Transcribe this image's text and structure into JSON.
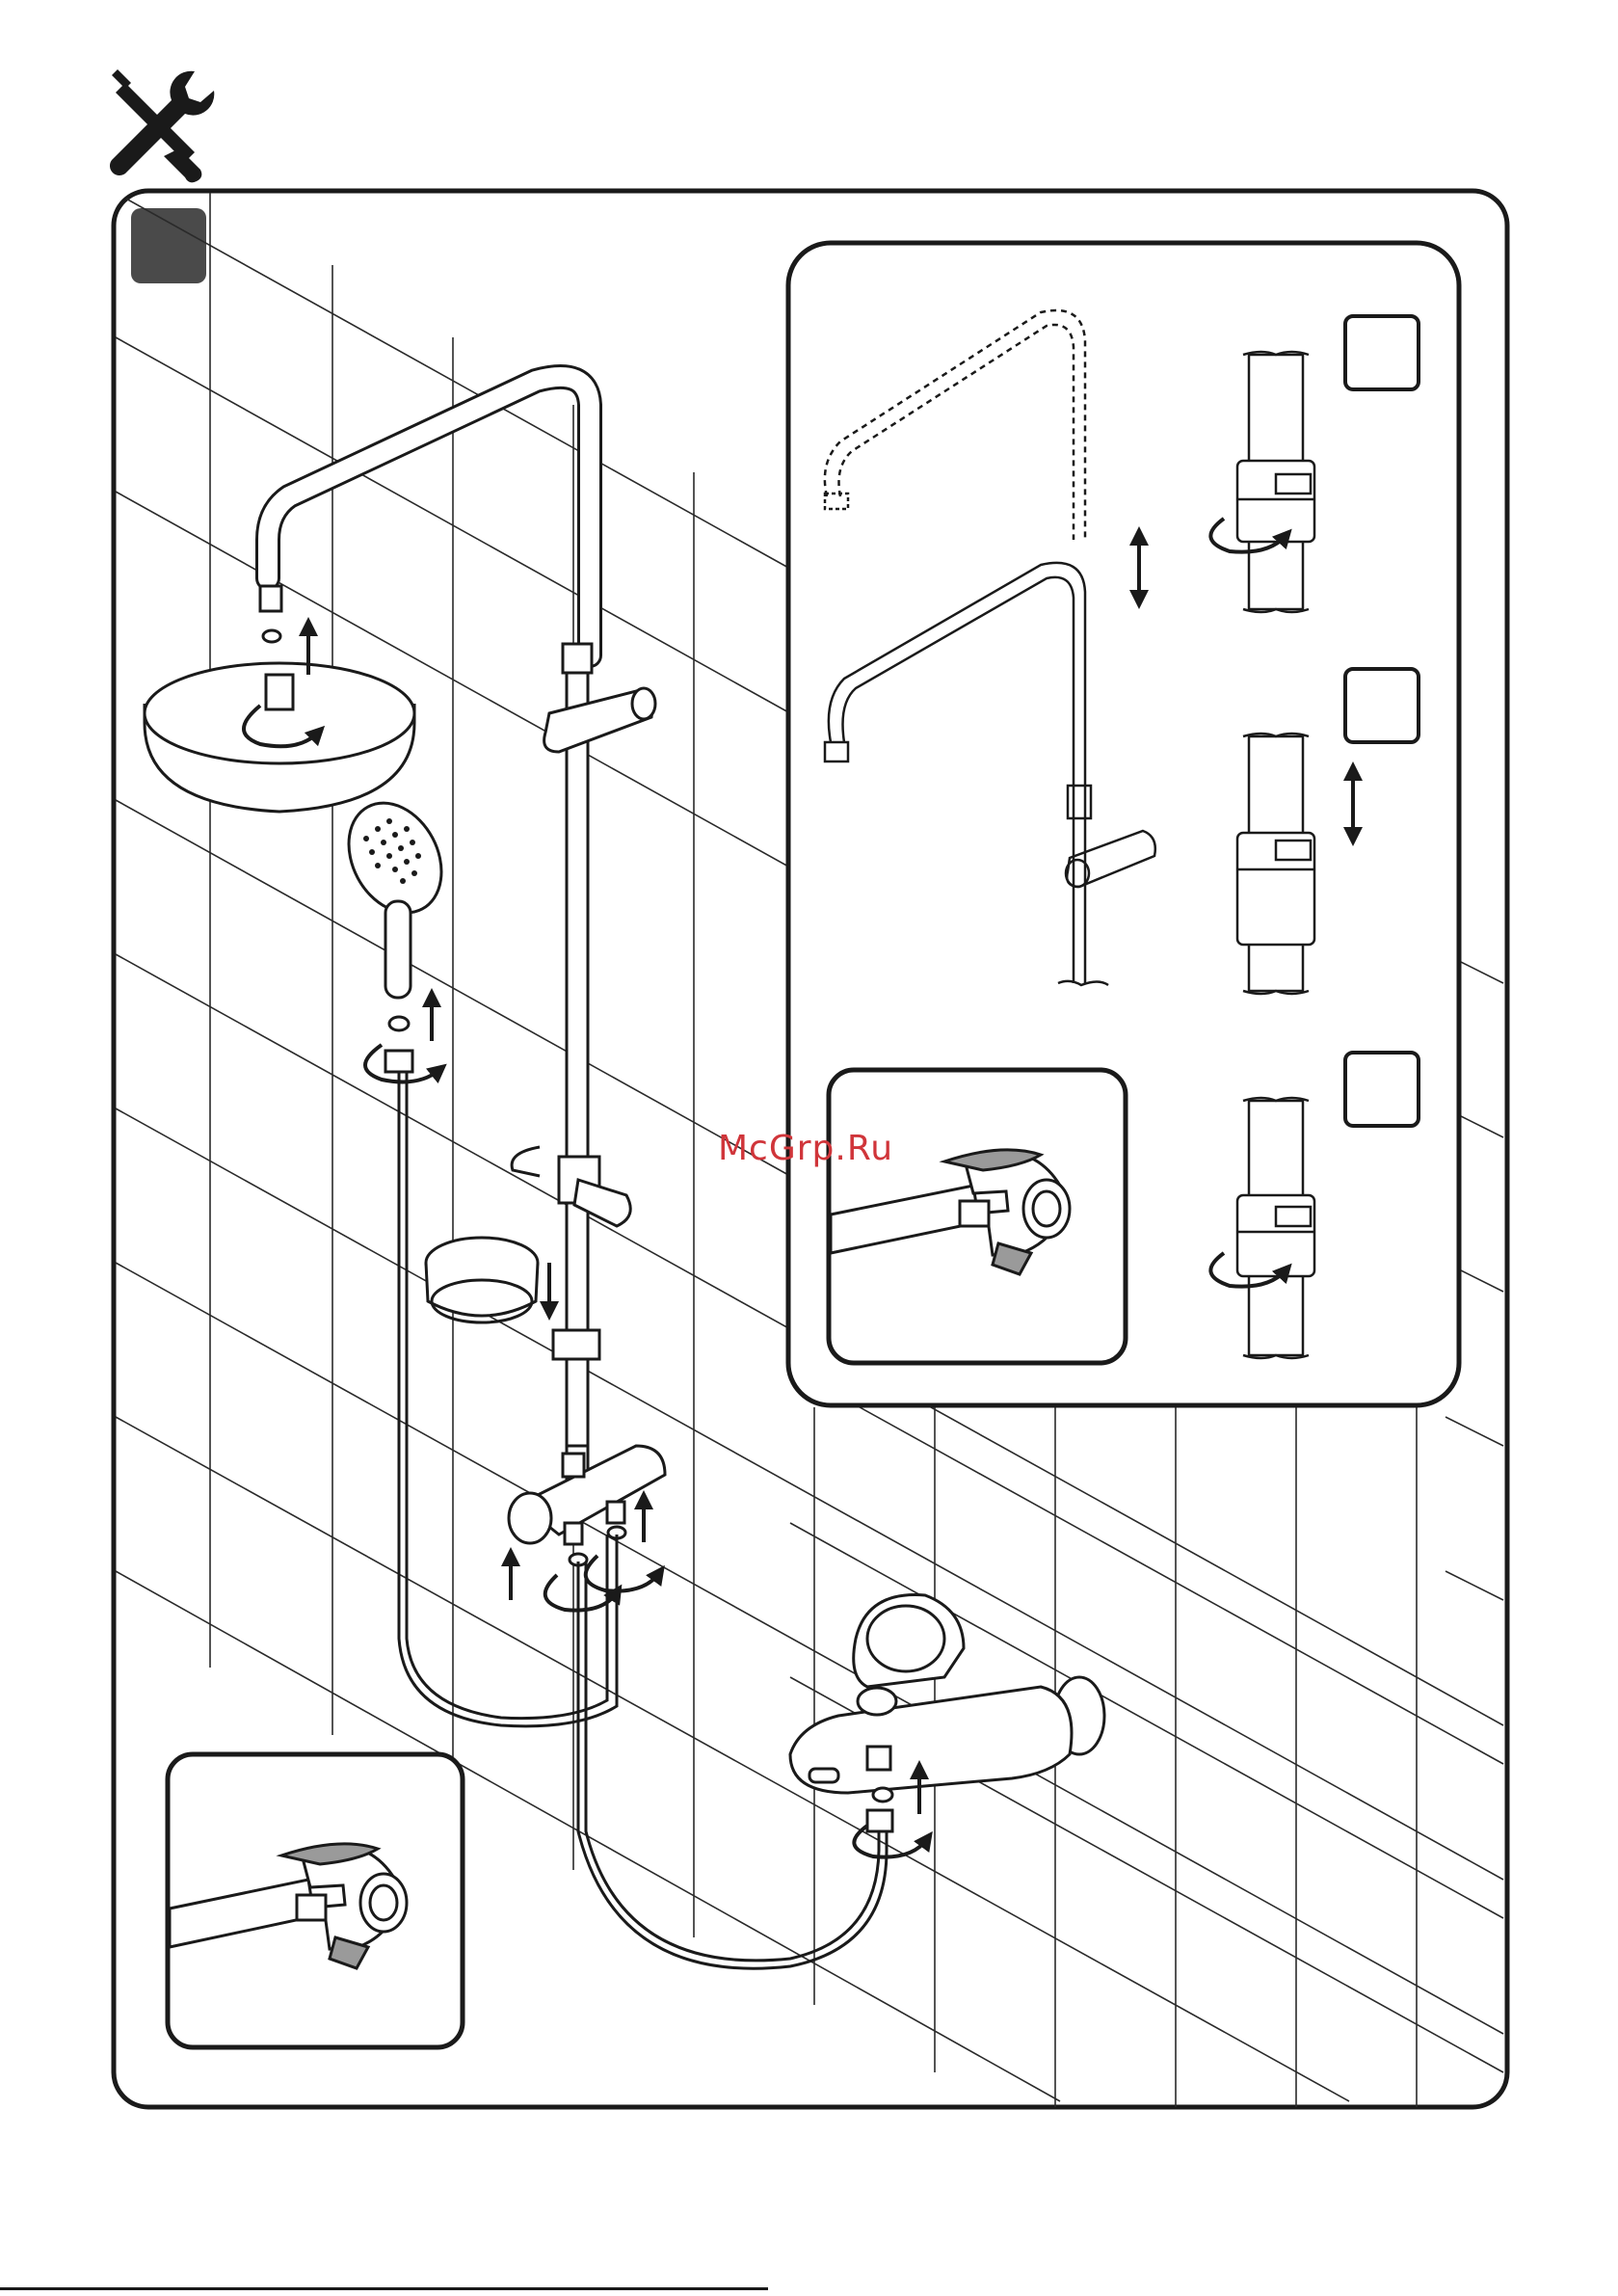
{
  "watermark": {
    "text": "McGrp.Ru"
  },
  "colors": {
    "ink": "#1a1a1a",
    "badge": "#4a4a4a",
    "watermark": "#d0353a",
    "grid": "#2a2a2a"
  },
  "icons": [
    "tools-icon",
    "wrench-icon",
    "arrow-up-icon",
    "rotate-arrow-icon",
    "double-arrow-icon"
  ],
  "steps": [
    {
      "id": "main-step",
      "badge": ""
    },
    {
      "id": "detail-step-1",
      "badge": ""
    },
    {
      "id": "detail-step-2",
      "badge": ""
    },
    {
      "id": "detail-step-3",
      "badge": ""
    }
  ]
}
